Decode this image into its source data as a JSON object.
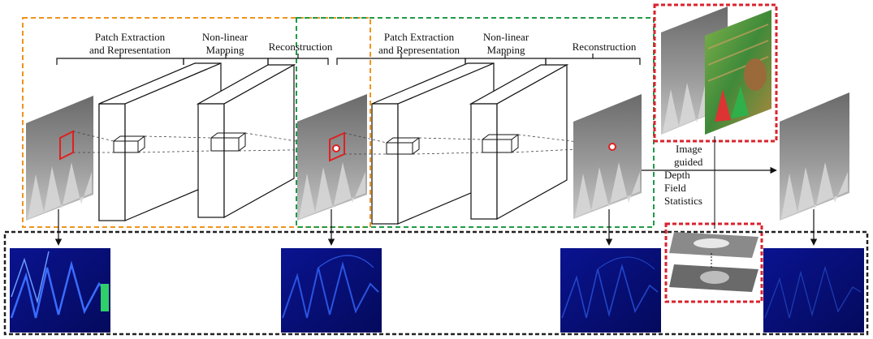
{
  "stage1": {
    "patch_line1": "Patch Extraction",
    "patch_line2": "and Representation",
    "nonlinear_line1": "Non-linear",
    "nonlinear_line2": "Mapping",
    "recon": "Reconstruction"
  },
  "stage2": {
    "patch_line1": "Patch Extraction",
    "patch_line2": "and Representation",
    "nonlinear_line1": "Non-linear",
    "nonlinear_line2": "Mapping",
    "recon": "Reconstruction"
  },
  "guidance": {
    "line1": "Image",
    "line2": "guided",
    "line3": "Depth",
    "line4": "Field",
    "line5": "Statistics"
  },
  "colors": {
    "stage1_box": "#f0941e",
    "stage2_box": "#1f9a48",
    "guide_box": "#d9232d",
    "error_box": "#222222",
    "patch_marker": "#e02020",
    "error_map_bg": "#06107a",
    "error_map_edge": "#3a6cff"
  },
  "icons": {
    "depth_map": "grayscale-depth-image",
    "color_image": "rgb-guidance-image",
    "error_map": "blue-error-heatmap",
    "conv_layer": "cnn-feature-block"
  }
}
